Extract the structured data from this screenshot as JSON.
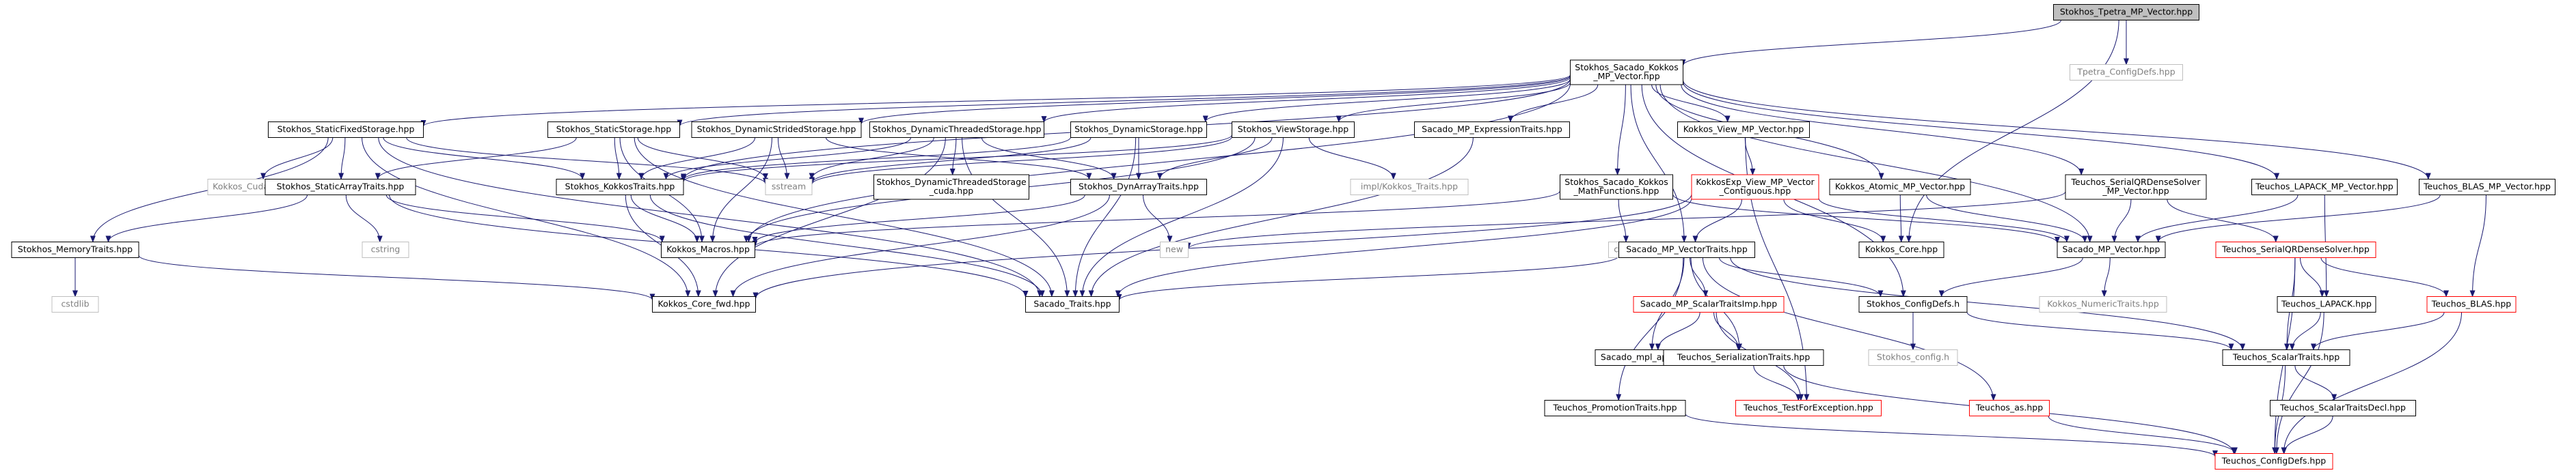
{
  "diagram": {
    "title": "Stokhos_Tpetra_MP_Vector.hpp",
    "colors": {
      "root_fill": "#bfbfbf",
      "node_fill": "#ffffff",
      "black_border": "#000000",
      "red_border": "#ff0000",
      "ghost_border": "#bfbfbf",
      "ghost_text": "#808080",
      "edge": "#191970"
    },
    "nodes": [
      {
        "id": "root",
        "lines": [
          "Stokhos_Tpetra_MP_Vector.hpp"
        ],
        "style": "root"
      },
      {
        "id": "tpetra_cfg",
        "lines": [
          "Tpetra_ConfigDefs.hpp"
        ],
        "style": "ghost"
      },
      {
        "id": "sacado_kokkos_mpv",
        "lines": [
          "Stokhos_Sacado_Kokkos",
          "_MP_Vector.hpp"
        ],
        "style": "normal"
      },
      {
        "id": "static_fixed",
        "lines": [
          "Stokhos_StaticFixedStorage.hpp"
        ],
        "style": "normal"
      },
      {
        "id": "static_storage",
        "lines": [
          "Stokhos_StaticStorage.hpp"
        ],
        "style": "normal"
      },
      {
        "id": "dyn_strided",
        "lines": [
          "Stokhos_DynamicStridedStorage.hpp"
        ],
        "style": "normal"
      },
      {
        "id": "dyn_threaded",
        "lines": [
          "Stokhos_DynamicThreadedStorage.hpp"
        ],
        "style": "normal"
      },
      {
        "id": "dyn_storage",
        "lines": [
          "Stokhos_DynamicStorage.hpp"
        ],
        "style": "normal"
      },
      {
        "id": "view_storage",
        "lines": [
          "Stokhos_ViewStorage.hpp"
        ],
        "style": "normal"
      },
      {
        "id": "mp_expr",
        "lines": [
          "Sacado_MP_ExpressionTraits.hpp"
        ],
        "style": "normal"
      },
      {
        "id": "kokkos_view_mpv",
        "lines": [
          "Kokkos_View_MP_Vector.hpp"
        ],
        "style": "normal"
      },
      {
        "id": "kokkos_cuda",
        "lines": [
          "Kokkos_Cuda.hpp"
        ],
        "style": "ghost"
      },
      {
        "id": "static_array",
        "lines": [
          "Stokhos_StaticArrayTraits.hpp"
        ],
        "style": "normal"
      },
      {
        "id": "kokkos_traits",
        "lines": [
          "Stokhos_KokkosTraits.hpp"
        ],
        "style": "normal"
      },
      {
        "id": "sstream",
        "lines": [
          "sstream"
        ],
        "style": "ghost"
      },
      {
        "id": "dyn_threaded_cuda",
        "lines": [
          "Stokhos_DynamicThreadedStorage",
          "_cuda.hpp"
        ],
        "style": "normal"
      },
      {
        "id": "dyn_array",
        "lines": [
          "Stokhos_DynArrayTraits.hpp"
        ],
        "style": "normal"
      },
      {
        "id": "impl_kokkos_traits",
        "lines": [
          "impl/Kokkos_Traits.hpp"
        ],
        "style": "ghost"
      },
      {
        "id": "math_functions",
        "lines": [
          "Stokhos_Sacado_Kokkos",
          "_MathFunctions.hpp"
        ],
        "style": "normal"
      },
      {
        "id": "kokkosexp_view",
        "lines": [
          "KokkosExp_View_MP_Vector",
          "_Contiguous.hpp"
        ],
        "style": "red"
      },
      {
        "id": "atomic_mpv",
        "lines": [
          "Kokkos_Atomic_MP_Vector.hpp"
        ],
        "style": "normal"
      },
      {
        "id": "serial_qr_mpv",
        "lines": [
          "Teuchos_SerialQRDenseSolver",
          "_MP_Vector.hpp"
        ],
        "style": "normal"
      },
      {
        "id": "lapack_mpv",
        "lines": [
          "Teuchos_LAPACK_MP_Vector.hpp"
        ],
        "style": "normal"
      },
      {
        "id": "blas_mpv",
        "lines": [
          "Teuchos_BLAS_MP_Vector.hpp"
        ],
        "style": "normal"
      },
      {
        "id": "memory_traits",
        "lines": [
          "Stokhos_MemoryTraits.hpp"
        ],
        "style": "normal"
      },
      {
        "id": "cstring",
        "lines": [
          "cstring"
        ],
        "style": "ghost"
      },
      {
        "id": "kokkos_macros",
        "lines": [
          "Kokkos_Macros.hpp"
        ],
        "style": "normal"
      },
      {
        "id": "new",
        "lines": [
          "new"
        ],
        "style": "ghost"
      },
      {
        "id": "cmath",
        "lines": [
          "cmath"
        ],
        "style": "ghost"
      },
      {
        "id": "kokkos_core",
        "lines": [
          "Kokkos_Core.hpp"
        ],
        "style": "normal"
      },
      {
        "id": "sacado_mpv",
        "lines": [
          "Sacado_MP_Vector.hpp"
        ],
        "style": "normal"
      },
      {
        "id": "serial_qr",
        "lines": [
          "Teuchos_SerialQRDenseSolver.hpp"
        ],
        "style": "red"
      },
      {
        "id": "cstdlib",
        "lines": [
          "cstdlib"
        ],
        "style": "ghost"
      },
      {
        "id": "mp_vector_traits",
        "lines": [
          "Sacado_MP_VectorTraits.hpp"
        ],
        "style": "normal"
      },
      {
        "id": "kokkos_core_fwd",
        "lines": [
          "Kokkos_Core_fwd.hpp"
        ],
        "style": "normal"
      },
      {
        "id": "sacado_traits",
        "lines": [
          "Sacado_Traits.hpp"
        ],
        "style": "normal"
      },
      {
        "id": "stokhos_configdefs",
        "lines": [
          "Stokhos_ConfigDefs.h"
        ],
        "style": "normal"
      },
      {
        "id": "kokkos_numeric",
        "lines": [
          "Kokkos_NumericTraits.hpp"
        ],
        "style": "ghost"
      },
      {
        "id": "teuchos_lapack",
        "lines": [
          "Teuchos_LAPACK.hpp"
        ],
        "style": "normal"
      },
      {
        "id": "teuchos_blas",
        "lines": [
          "Teuchos_BLAS.hpp"
        ],
        "style": "red"
      },
      {
        "id": "mp_scalar_imp",
        "lines": [
          "Sacado_MP_ScalarTraitsImp.hpp"
        ],
        "style": "red"
      },
      {
        "id": "mpl_apply",
        "lines": [
          "Sacado_mpl_apply.hpp"
        ],
        "style": "normal"
      },
      {
        "id": "teuchos_serialization",
        "lines": [
          "Teuchos_SerializationTraits.hpp"
        ],
        "style": "normal"
      },
      {
        "id": "stokhos_config",
        "lines": [
          "Stokhos_config.h"
        ],
        "style": "ghost"
      },
      {
        "id": "teuchos_scalar",
        "lines": [
          "Teuchos_ScalarTraits.hpp"
        ],
        "style": "normal"
      },
      {
        "id": "teuchos_scalar_decl",
        "lines": [
          "Teuchos_ScalarTraitsDecl.hpp"
        ],
        "style": "normal"
      },
      {
        "id": "teuchos_promotion",
        "lines": [
          "Teuchos_PromotionTraits.hpp"
        ],
        "style": "normal"
      },
      {
        "id": "test_for_exception",
        "lines": [
          "Teuchos_TestForException.hpp"
        ],
        "style": "red"
      },
      {
        "id": "teuchos_as",
        "lines": [
          "Teuchos_as.hpp"
        ],
        "style": "red"
      },
      {
        "id": "teuchos_configdefs",
        "lines": [
          "Teuchos_ConfigDefs.hpp"
        ],
        "style": "red"
      }
    ],
    "edges": [
      [
        "root",
        "tpetra_cfg"
      ],
      [
        "root",
        "sacado_kokkos_mpv"
      ],
      [
        "root",
        "kokkos_core"
      ],
      [
        "sacado_kokkos_mpv",
        "static_fixed"
      ],
      [
        "sacado_kokkos_mpv",
        "static_storage"
      ],
      [
        "sacado_kokkos_mpv",
        "dyn_strided"
      ],
      [
        "sacado_kokkos_mpv",
        "dyn_threaded"
      ],
      [
        "sacado_kokkos_mpv",
        "dyn_storage"
      ],
      [
        "sacado_kokkos_mpv",
        "view_storage"
      ],
      [
        "sacado_kokkos_mpv",
        "mp_expr"
      ],
      [
        "sacado_kokkos_mpv",
        "kokkos_view_mpv"
      ],
      [
        "sacado_kokkos_mpv",
        "math_functions"
      ],
      [
        "sacado_kokkos_mpv",
        "atomic_mpv"
      ],
      [
        "sacado_kokkos_mpv",
        "serial_qr_mpv"
      ],
      [
        "sacado_kokkos_mpv",
        "lapack_mpv"
      ],
      [
        "sacado_kokkos_mpv",
        "blas_mpv"
      ],
      [
        "sacado_kokkos_mpv",
        "kokkos_traits"
      ],
      [
        "sacado_kokkos_mpv",
        "kokkos_macros"
      ],
      [
        "sacado_kokkos_mpv",
        "mp_vector_traits"
      ],
      [
        "sacado_kokkos_mpv",
        "sacado_mpv"
      ],
      [
        "sacado_kokkos_mpv",
        "stokhos_configdefs"
      ],
      [
        "static_fixed",
        "kokkos_cuda"
      ],
      [
        "static_fixed",
        "static_array"
      ],
      [
        "static_fixed",
        "kokkos_traits"
      ],
      [
        "static_fixed",
        "sstream"
      ],
      [
        "static_fixed",
        "memory_traits"
      ],
      [
        "static_fixed",
        "sacado_traits"
      ],
      [
        "static_fixed",
        "kokkos_core_fwd"
      ],
      [
        "static_storage",
        "static_array"
      ],
      [
        "static_storage",
        "kokkos_traits"
      ],
      [
        "static_storage",
        "sstream"
      ],
      [
        "static_storage",
        "kokkos_macros"
      ],
      [
        "static_storage",
        "sacado_traits"
      ],
      [
        "dyn_strided",
        "dyn_array"
      ],
      [
        "dyn_strided",
        "kokkos_traits"
      ],
      [
        "dyn_strided",
        "sstream"
      ],
      [
        "dyn_strided",
        "kokkos_macros"
      ],
      [
        "dyn_threaded",
        "dyn_threaded_cuda"
      ],
      [
        "dyn_threaded",
        "dyn_array"
      ],
      [
        "dyn_threaded",
        "kokkos_traits"
      ],
      [
        "dyn_threaded",
        "sstream"
      ],
      [
        "dyn_threaded",
        "sacado_traits"
      ],
      [
        "dyn_threaded",
        "kokkos_core_fwd"
      ],
      [
        "dyn_storage",
        "dyn_array"
      ],
      [
        "dyn_storage",
        "kokkos_traits"
      ],
      [
        "dyn_storage",
        "sstream"
      ],
      [
        "dyn_storage",
        "sacado_traits"
      ],
      [
        "view_storage",
        "kokkos_traits"
      ],
      [
        "view_storage",
        "sstream"
      ],
      [
        "view_storage",
        "impl_kokkos_traits"
      ],
      [
        "view_storage",
        "dyn_array"
      ],
      [
        "view_storage",
        "sacado_traits"
      ],
      [
        "view_storage",
        "kokkos_macros"
      ],
      [
        "mp_expr",
        "sacado_traits"
      ],
      [
        "kokkos_view_mpv",
        "kokkosexp_view"
      ],
      [
        "static_array",
        "cstring"
      ],
      [
        "static_array",
        "memory_traits"
      ],
      [
        "static_array",
        "kokkos_macros"
      ],
      [
        "static_array",
        "sacado_traits"
      ],
      [
        "kokkos_traits",
        "kokkos_macros"
      ],
      [
        "kokkos_traits",
        "kokkos_core_fwd"
      ],
      [
        "kokkos_traits",
        "sacado_traits"
      ],
      [
        "dyn_array",
        "new"
      ],
      [
        "dyn_array",
        "kokkos_macros"
      ],
      [
        "dyn_array",
        "kokkos_core_fwd"
      ],
      [
        "math_functions",
        "cmath"
      ],
      [
        "math_functions",
        "kokkos_macros"
      ],
      [
        "math_functions",
        "sacado_mpv"
      ],
      [
        "kokkosexp_view",
        "mp_vector_traits"
      ],
      [
        "kokkosexp_view",
        "sacado_mpv"
      ],
      [
        "kokkosexp_view",
        "kokkos_core"
      ],
      [
        "kokkosexp_view",
        "sacado_traits"
      ],
      [
        "kokkosexp_view",
        "kokkos_core_fwd"
      ],
      [
        "atomic_mpv",
        "sacado_mpv"
      ],
      [
        "atomic_mpv",
        "kokkos_core"
      ],
      [
        "serial_qr_mpv",
        "new"
      ],
      [
        "serial_qr_mpv",
        "sacado_mpv"
      ],
      [
        "serial_qr_mpv",
        "serial_qr"
      ],
      [
        "lapack_mpv",
        "sacado_mpv"
      ],
      [
        "lapack_mpv",
        "teuchos_lapack"
      ],
      [
        "blas_mpv",
        "teuchos_blas"
      ],
      [
        "blas_mpv",
        "sacado_mpv"
      ],
      [
        "memory_traits",
        "cstdlib"
      ],
      [
        "memory_traits",
        "kokkos_core_fwd"
      ],
      [
        "sacado_mpv",
        "stokhos_configdefs"
      ],
      [
        "sacado_mpv",
        "kokkos_numeric"
      ],
      [
        "serial_qr",
        "teuchos_lapack"
      ],
      [
        "serial_qr",
        "teuchos_blas"
      ],
      [
        "serial_qr",
        "teuchos_scalar"
      ],
      [
        "serial_qr",
        "teuchos_configdefs"
      ],
      [
        "mp_vector_traits",
        "mp_scalar_imp"
      ],
      [
        "mp_vector_traits",
        "mpl_apply"
      ],
      [
        "mp_vector_traits",
        "teuchos_serialization"
      ],
      [
        "mp_vector_traits",
        "teuchos_promotion"
      ],
      [
        "mp_vector_traits",
        "teuchos_as"
      ],
      [
        "mp_vector_traits",
        "teuchos_scalar"
      ],
      [
        "mp_vector_traits",
        "stokhos_configdefs"
      ],
      [
        "mp_vector_traits",
        "sacado_traits"
      ],
      [
        "stokhos_configdefs",
        "stokhos_config"
      ],
      [
        "stokhos_configdefs",
        "teuchos_scalar"
      ],
      [
        "teuchos_lapack",
        "teuchos_scalar"
      ],
      [
        "teuchos_lapack",
        "teuchos_configdefs"
      ],
      [
        "teuchos_blas",
        "teuchos_scalar"
      ],
      [
        "teuchos_blas",
        "teuchos_configdefs"
      ],
      [
        "mp_scalar_imp",
        "mpl_apply"
      ],
      [
        "mp_scalar_imp",
        "teuchos_serialization"
      ],
      [
        "mp_scalar_imp",
        "test_for_exception"
      ],
      [
        "teuchos_serialization",
        "test_for_exception"
      ],
      [
        "teuchos_serialization",
        "teuchos_configdefs"
      ],
      [
        "teuchos_scalar",
        "teuchos_scalar_decl"
      ],
      [
        "teuchos_scalar",
        "teuchos_configdefs"
      ],
      [
        "teuchos_scalar_decl",
        "teuchos_configdefs"
      ],
      [
        "teuchos_promotion",
        "teuchos_configdefs"
      ],
      [
        "teuchos_as",
        "teuchos_configdefs"
      ],
      [
        "kokkos_view_mpv",
        "test_for_exception"
      ]
    ]
  }
}
